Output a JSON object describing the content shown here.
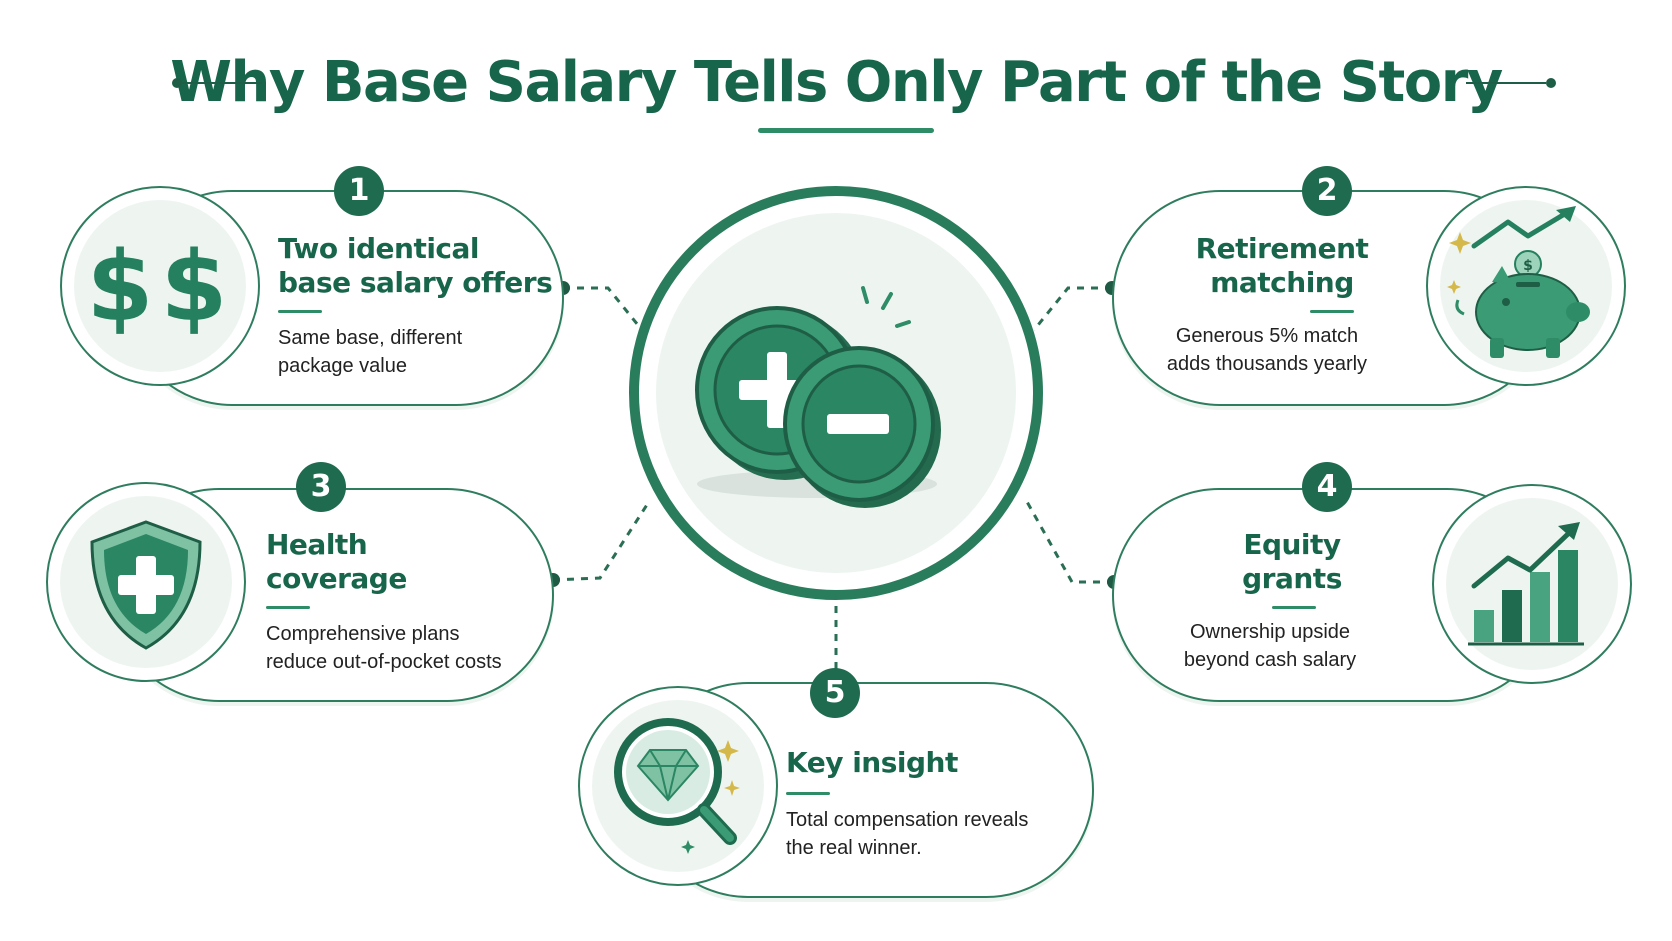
{
  "title": "Why Base Salary Tells Only Part of the Story",
  "colors": {
    "primary": "#17654a",
    "accent": "#2e8c67",
    "light": "#eef5f1",
    "badge": "#1f6b4f"
  },
  "center": {
    "icon": "plus-minus-coins-icon"
  },
  "cards": [
    {
      "number": "1",
      "title_lines": [
        "Two identical",
        "base salary offers"
      ],
      "desc_lines": [
        "Same base, different",
        "package value"
      ],
      "icon": "dollar-signs-icon"
    },
    {
      "number": "2",
      "title_lines": [
        "Retirement",
        "matching"
      ],
      "desc_lines": [
        "Generous 5% match",
        "adds thousands yearly"
      ],
      "icon": "piggy-bank-icon"
    },
    {
      "number": "3",
      "title_lines": [
        "Health",
        "coverage"
      ],
      "desc_lines": [
        "Comprehensive plans",
        "reduce out-of-pocket costs"
      ],
      "icon": "medical-shield-icon"
    },
    {
      "number": "4",
      "title_lines": [
        "Equity",
        "grants"
      ],
      "desc_lines": [
        "Ownership upside",
        "beyond cash salary"
      ],
      "icon": "growth-chart-icon"
    },
    {
      "number": "5",
      "title_lines": [
        "Key insight"
      ],
      "desc_lines": [
        "Total compensation reveals",
        "the real winner."
      ],
      "icon": "magnifier-diamond-icon"
    }
  ]
}
